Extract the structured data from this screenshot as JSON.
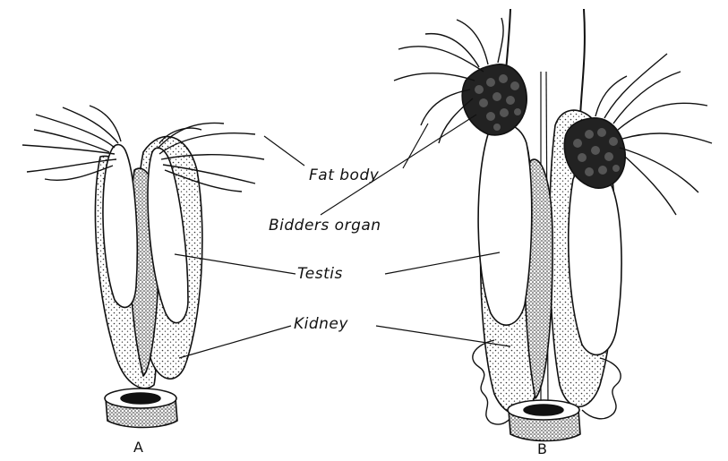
{
  "labels": {
    "fat_body": "Fat body",
    "bidders_organ": "Bidders organ",
    "testis": "Testis",
    "kidney": "Kidney"
  },
  "panels": {
    "a": "A",
    "b": "B"
  }
}
